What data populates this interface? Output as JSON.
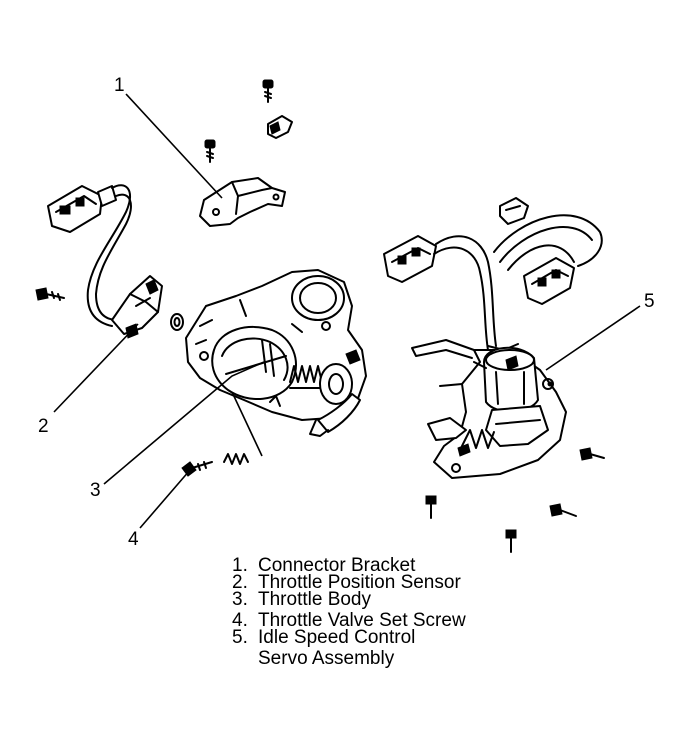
{
  "callouts": [
    {
      "num": "1",
      "name": "Connector Bracket"
    },
    {
      "num": "2",
      "name": "Throttle Position Sensor"
    },
    {
      "num": "3",
      "name": "Throttle Body"
    },
    {
      "num": "4",
      "name": "Throttle Valve Set Screw"
    },
    {
      "num": "5",
      "name": "Idle Speed Control"
    }
  ],
  "legend": [
    {
      "num": "1.",
      "text": "Connector Bracket"
    },
    {
      "num": "2.",
      "text": "Throttle Position Sensor"
    },
    {
      "num": "3.",
      "text": "Throttle Body"
    },
    {
      "num": "4.",
      "text": "Throttle Valve Set Screw"
    },
    {
      "num": "5.",
      "text": "Idle Speed Control"
    },
    {
      "num": "",
      "text": "Servo Assembly"
    }
  ]
}
